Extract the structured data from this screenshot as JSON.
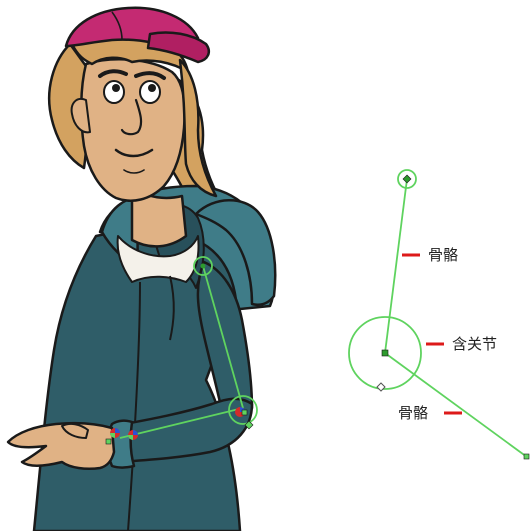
{
  "diagram": {
    "labels": {
      "bone_upper": "骨骼",
      "joint": "含关节",
      "bone_lower": "骨骼"
    }
  },
  "colors": {
    "rig_green": "#5fd35f",
    "callout_red": "#dd1a1a",
    "hoodie_teal": "#2f5d68",
    "hoodie_dark": "#223f49",
    "hoodie_light": "#3f7c88",
    "cap_magenta": "#c42a72",
    "hair_blond": "#d3a260",
    "skin": "#e0b285",
    "outline": "#1a1a1a"
  },
  "icons": {
    "joint_handle": "green-circle-handle",
    "pivot_handle": "white-diamond-handle",
    "rig_node": "green-square-node"
  }
}
